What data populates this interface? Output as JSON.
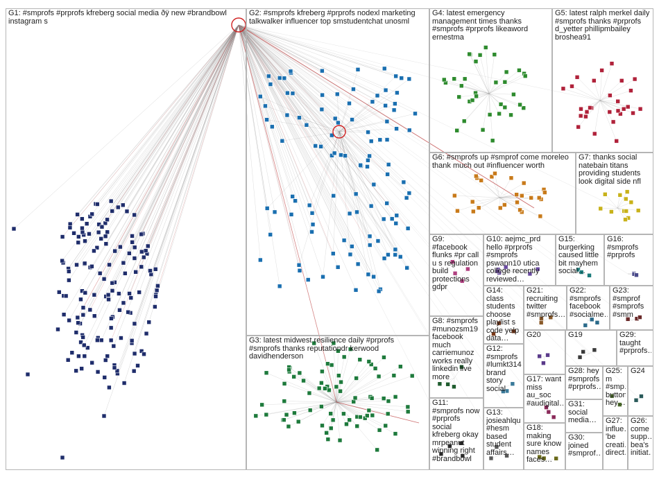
{
  "groups": [
    {
      "id": "G1",
      "label": "G1: #smprofs #prprofs kfreberg social media ðÿ new #brandbowl instagram s",
      "color": "#1f2d6b"
    },
    {
      "id": "G2",
      "label": "G2: #smprofs kfreberg #prprofs nodexl marketing talkwalker influencer top smstudentchat unosml",
      "color": "#1a6fb0"
    },
    {
      "id": "G3",
      "label": "G3: latest midwest resilience daily #prprofs #smprofs thanks reputationdr kerwood davidhenderson",
      "color": "#1e7a3c"
    },
    {
      "id": "G4",
      "label": "G4: latest emergency management times thanks #smprofs #prprofs likeaword ernestma",
      "color": "#2e8b2e"
    },
    {
      "id": "G5",
      "label": "G5: latest ralph merkel daily #smprofs thanks #prprofs d_yetter phillipmbailey broshea91",
      "color": "#b0223a"
    },
    {
      "id": "G6",
      "label": "G6: #smprofs up #smprof come moreleo thank much out #influencer worth",
      "color": "#c87a1a"
    },
    {
      "id": "G7",
      "label": "G7: thanks social natebain titans providing students look digital side nfl",
      "color": "#c8b21a"
    },
    {
      "id": "G8",
      "label": "G8: #smprofs #munozsm19 facebook much carriemunoz works really linkedin live more",
      "color": "#1f5c2e"
    },
    {
      "id": "G9",
      "label": "G9: #facebook flunks #pr call u s regulation build protections gdpr",
      "color": "#b04080"
    },
    {
      "id": "G10",
      "label": "G10: aejmc_prd hello #prprofs #smprofs pswann10 utica college recently reviewed…",
      "color": "#6a4aa0"
    },
    {
      "id": "G11",
      "label": "G11: #smprofs now #prprofs social kfreberg okay mrpeanut winning right #brandbowl",
      "color": "#2a2a2a"
    },
    {
      "id": "G12",
      "label": "G12: #smprofs #lumkt314 brand story social",
      "color": "#3a7a9a"
    },
    {
      "id": "G13",
      "label": "G13: josieahlqu… #hesm based student affairs…",
      "color": "#5a5a5a"
    },
    {
      "id": "G14",
      "label": "G14: class students choose playlist s code yelp data…",
      "color": "#7a3a1a"
    },
    {
      "id": "G15",
      "label": "G15: burgerking caused little bit mayhem social…",
      "color": "#1a7a7a"
    },
    {
      "id": "G16",
      "label": "G16: #smprofs #prprofs",
      "color": "#4a4a8a"
    },
    {
      "id": "G17",
      "label": "G17: want miss au_soc #audigital…",
      "color": "#8a2a5a"
    },
    {
      "id": "G18",
      "label": "G18: making sure know names faces…",
      "color": "#6a6a1a"
    },
    {
      "id": "G19",
      "label": "G19",
      "color": "#3a3a3a"
    },
    {
      "id": "G20",
      "label": "G20",
      "color": "#5a3a8a"
    },
    {
      "id": "G21",
      "label": "G21: recruiting twitter #smprofs…",
      "color": "#8a5a2a"
    },
    {
      "id": "G22",
      "label": "G22: #smprofs facebook #socialme…",
      "color": "#2a6a8a"
    },
    {
      "id": "G23",
      "label": "G23: #smprof #smprofs #smm",
      "color": "#6a2a2a"
    },
    {
      "id": "G24",
      "label": "G24",
      "color": "#2a5a5a"
    },
    {
      "id": "G25",
      "label": "G25: m #smp… button hey…",
      "color": "#4a6a2a"
    },
    {
      "id": "G26",
      "label": "G26: come supp… bea's initiat…",
      "color": "#5a2a6a"
    },
    {
      "id": "G27",
      "label": "G27: influe… 'be creati… direct…",
      "color": "#2a4a6a"
    },
    {
      "id": "G28",
      "label": "G28: hey #smprofs #prprofs…",
      "color": "#6a4a2a"
    },
    {
      "id": "G29",
      "label": "G29: taught #prprofs…",
      "color": "#3a6a4a"
    },
    {
      "id": "G30",
      "label": "G30: joined #smprof…",
      "color": "#6a3a3a"
    },
    {
      "id": "G31",
      "label": "G31: social media…",
      "color": "#3a3a6a"
    }
  ]
}
